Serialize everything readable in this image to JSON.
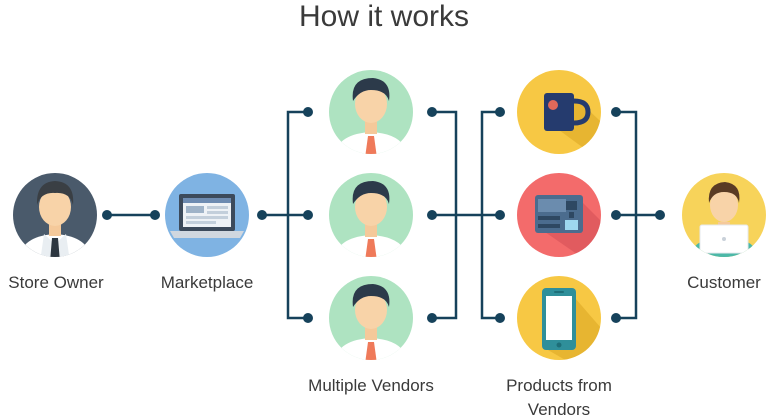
{
  "title": "How it works",
  "labels": {
    "store_owner": "Store Owner",
    "marketplace": "Marketplace",
    "multiple_vendors": "Multiple Vendors",
    "products_line1": "Products from",
    "products_line2": "Vendors",
    "customer": "Customer"
  },
  "colors": {
    "connector": "#16425b",
    "store_owner_bg": "#4a5a6b",
    "marketplace_bg": "#7fb3e3",
    "vendor_bg": "#aee3c1",
    "product_yellow": "#f7c844",
    "product_red": "#f36b6b",
    "customer_bg": "#f7d35a"
  },
  "icons": {
    "store_owner": "businessman-avatar-icon",
    "marketplace": "laptop-icon",
    "vendor": "vendor-avatar-icon",
    "product_1": "mug-icon",
    "product_2": "coffee-machine-icon",
    "product_3": "smartphone-icon",
    "customer": "customer-laptop-avatar-icon"
  }
}
